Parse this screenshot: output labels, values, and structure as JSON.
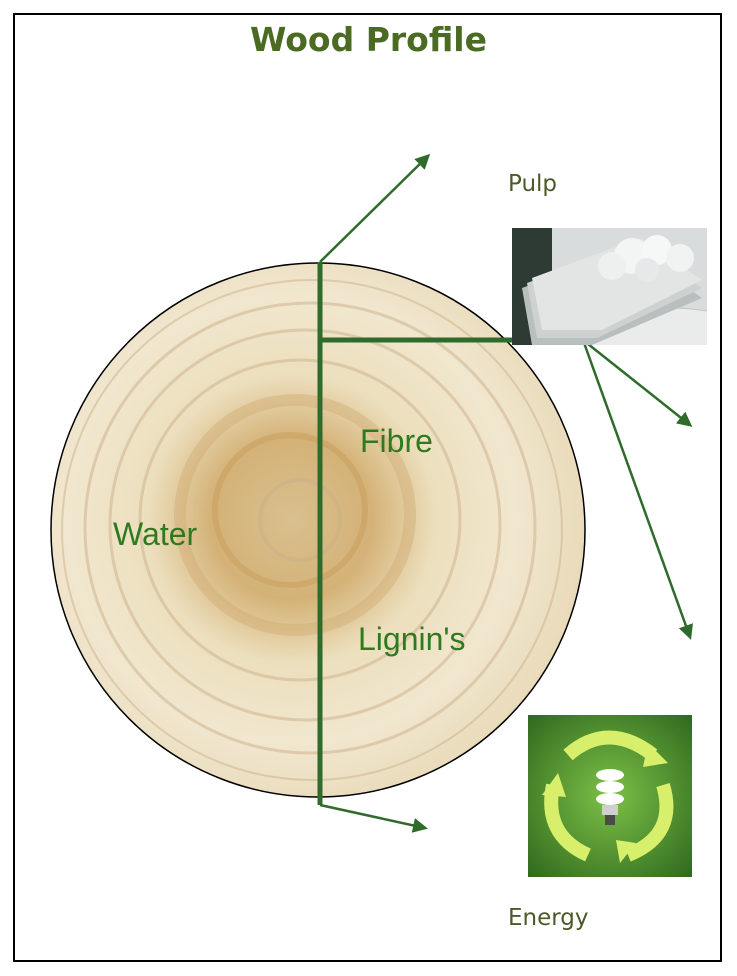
{
  "title": "Wood Profile",
  "labels": {
    "pulp": "Pulp",
    "energy": "Energy",
    "fibre": "Fibre",
    "water": "Water",
    "lignins": "Lignin's"
  },
  "colors": {
    "title": "#4b6a22",
    "line": "#2f6b2a",
    "inner_text": "#2f7a1f",
    "outer_text": "#4b5a28",
    "wood_light": "#efe4c6",
    "wood_dark": "#c9a66b"
  },
  "icons": {
    "pulp_image": "pulp-paper-image",
    "energy_image": "recycle-bulb-image"
  }
}
